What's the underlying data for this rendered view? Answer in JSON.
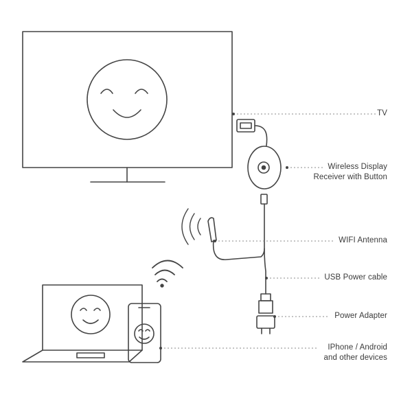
{
  "labels": {
    "tv": "TV",
    "receiver_line1": "Wireless Display",
    "receiver_line2": "Receiver with Button",
    "antenna": "WIFI Antenna",
    "usb_cable": "USB Power cable",
    "adapter": "Power Adapter",
    "devices_line1": "IPhone / Android",
    "devices_line2": "and other devices"
  },
  "colors": {
    "stroke": "#444444",
    "dotted_leader": "#888888",
    "text": "#3a3a3a"
  }
}
